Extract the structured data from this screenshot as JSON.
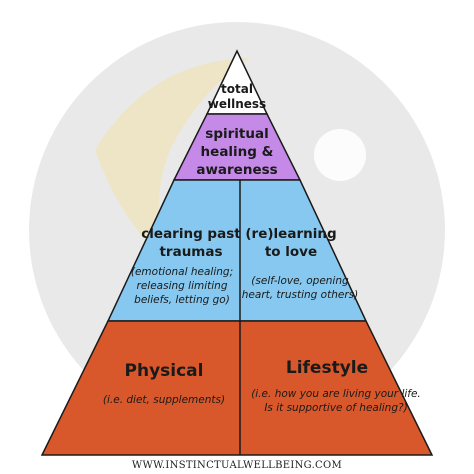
{
  "colors": {
    "top": "#ffffff",
    "spiritual": "#c58ae8",
    "middle": "#86c8ef",
    "bottom": "#d8582b",
    "outline": "#1a1a1a",
    "background_wash": "#d7d7d7",
    "background_accent": "#efe3bd"
  },
  "pyramid": {
    "top": {
      "line1": "total",
      "line2": "wellness"
    },
    "spiritual": {
      "line1": "spiritual",
      "line2": "healing &",
      "line3": "awareness"
    },
    "middle_left": {
      "title1": "clearing past",
      "title2": "traumas",
      "desc1": "(emotional healing;",
      "desc2": "releasing limiting",
      "desc3": "beliefs, letting go)"
    },
    "middle_right": {
      "title1": "(re)learning",
      "title2": "to love",
      "desc1": "(self-love, opening",
      "desc2": "heart, trusting others)"
    },
    "bottom_left": {
      "title": "Physical",
      "desc": "(i.e. diet, supplements)"
    },
    "bottom_right": {
      "title": "Lifestyle",
      "desc1": "(i.e. how you are living your life.",
      "desc2": "Is it supportive of healing?)"
    }
  },
  "footer": {
    "url": "WWW.INSTINCTUALWELLBEING.COM"
  }
}
